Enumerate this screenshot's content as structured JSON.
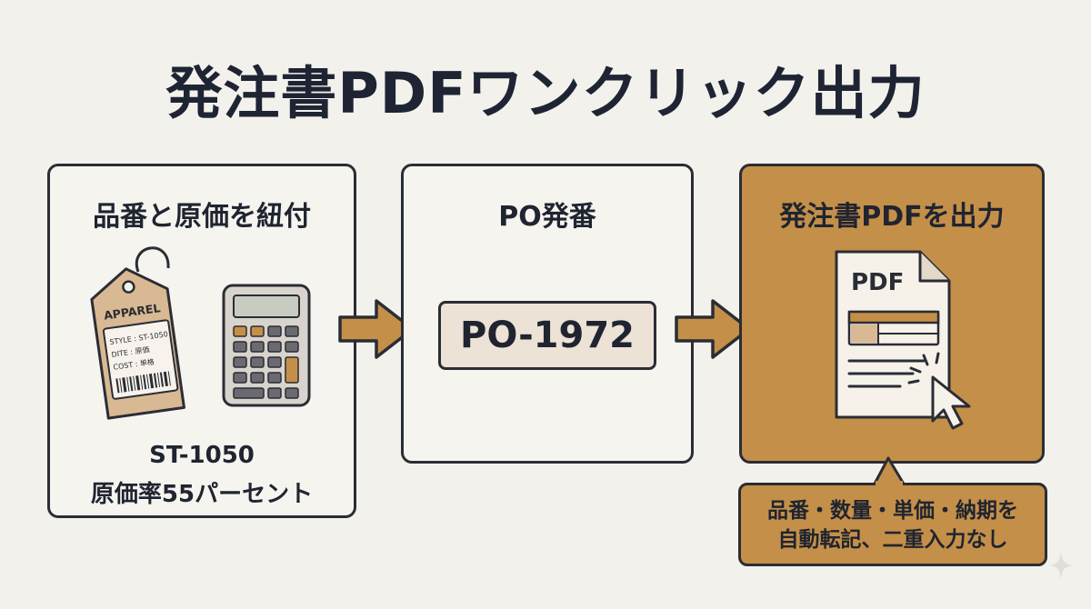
{
  "title": "発注書PDFワンクリック出力",
  "steps": [
    {
      "title": "品番と原価を紐付",
      "tag": {
        "brand": "APPAREL",
        "lines": [
          "STYLE : ST-1050",
          "DITE   : 原価",
          "COST  : 単格"
        ]
      },
      "caption_lines": [
        "ST-1050",
        "原価率55パーセント"
      ]
    },
    {
      "title": "PO発番",
      "po_number": "PO-1972"
    },
    {
      "title": "発注書PDFを出力",
      "file_label": "PDF"
    }
  ],
  "callout_lines": [
    "品番・数量・単価・納期を",
    "自動転記、二重入力なし"
  ],
  "colors": {
    "background": "#f3f1ec",
    "accent": "#c48f48",
    "ink": "#2b2d35",
    "title": "#1e2433"
  },
  "icons": [
    "price-tag-icon",
    "calculator-icon",
    "arrow-right-icon",
    "pdf-document-icon",
    "cursor-click-icon",
    "sparkle-icon"
  ]
}
